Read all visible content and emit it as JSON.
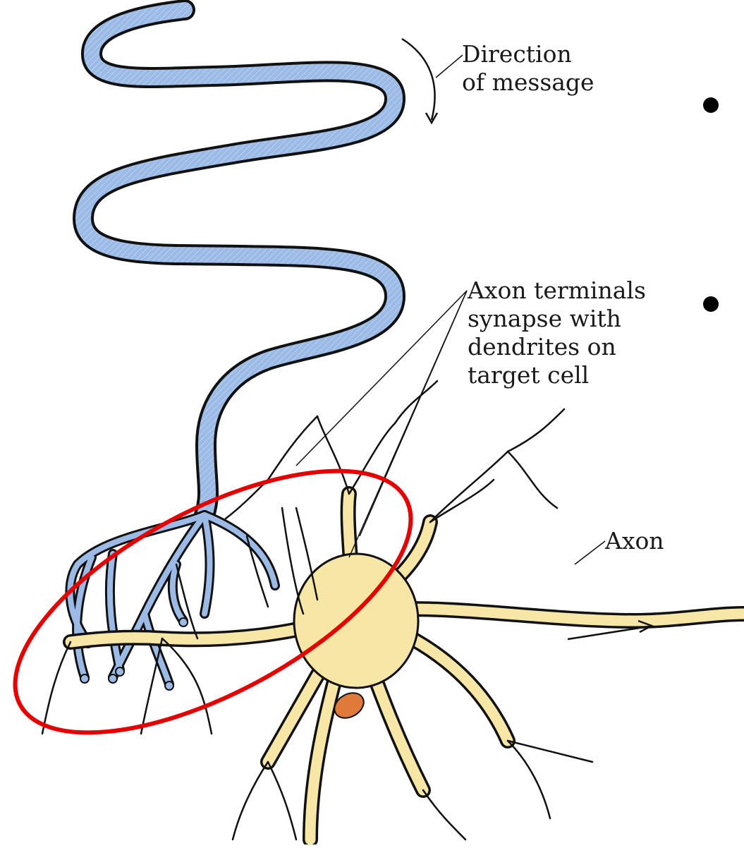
{
  "labels": {
    "direction_line1": "Direction",
    "direction_line2": "of message",
    "terminals_line1": "Axon terminals",
    "terminals_line2": "synapse with",
    "terminals_line3": "dendrites on",
    "terminals_line4": "target cell",
    "axon": "Axon"
  },
  "colors": {
    "incoming_axon": "#9bbbe6",
    "target_neuron": "#f7e7a6",
    "nucleus": "#e07a3a",
    "outline": "#111111",
    "highlight_ellipse": "#e60000",
    "bullet": "#000000"
  },
  "bullets": 2
}
